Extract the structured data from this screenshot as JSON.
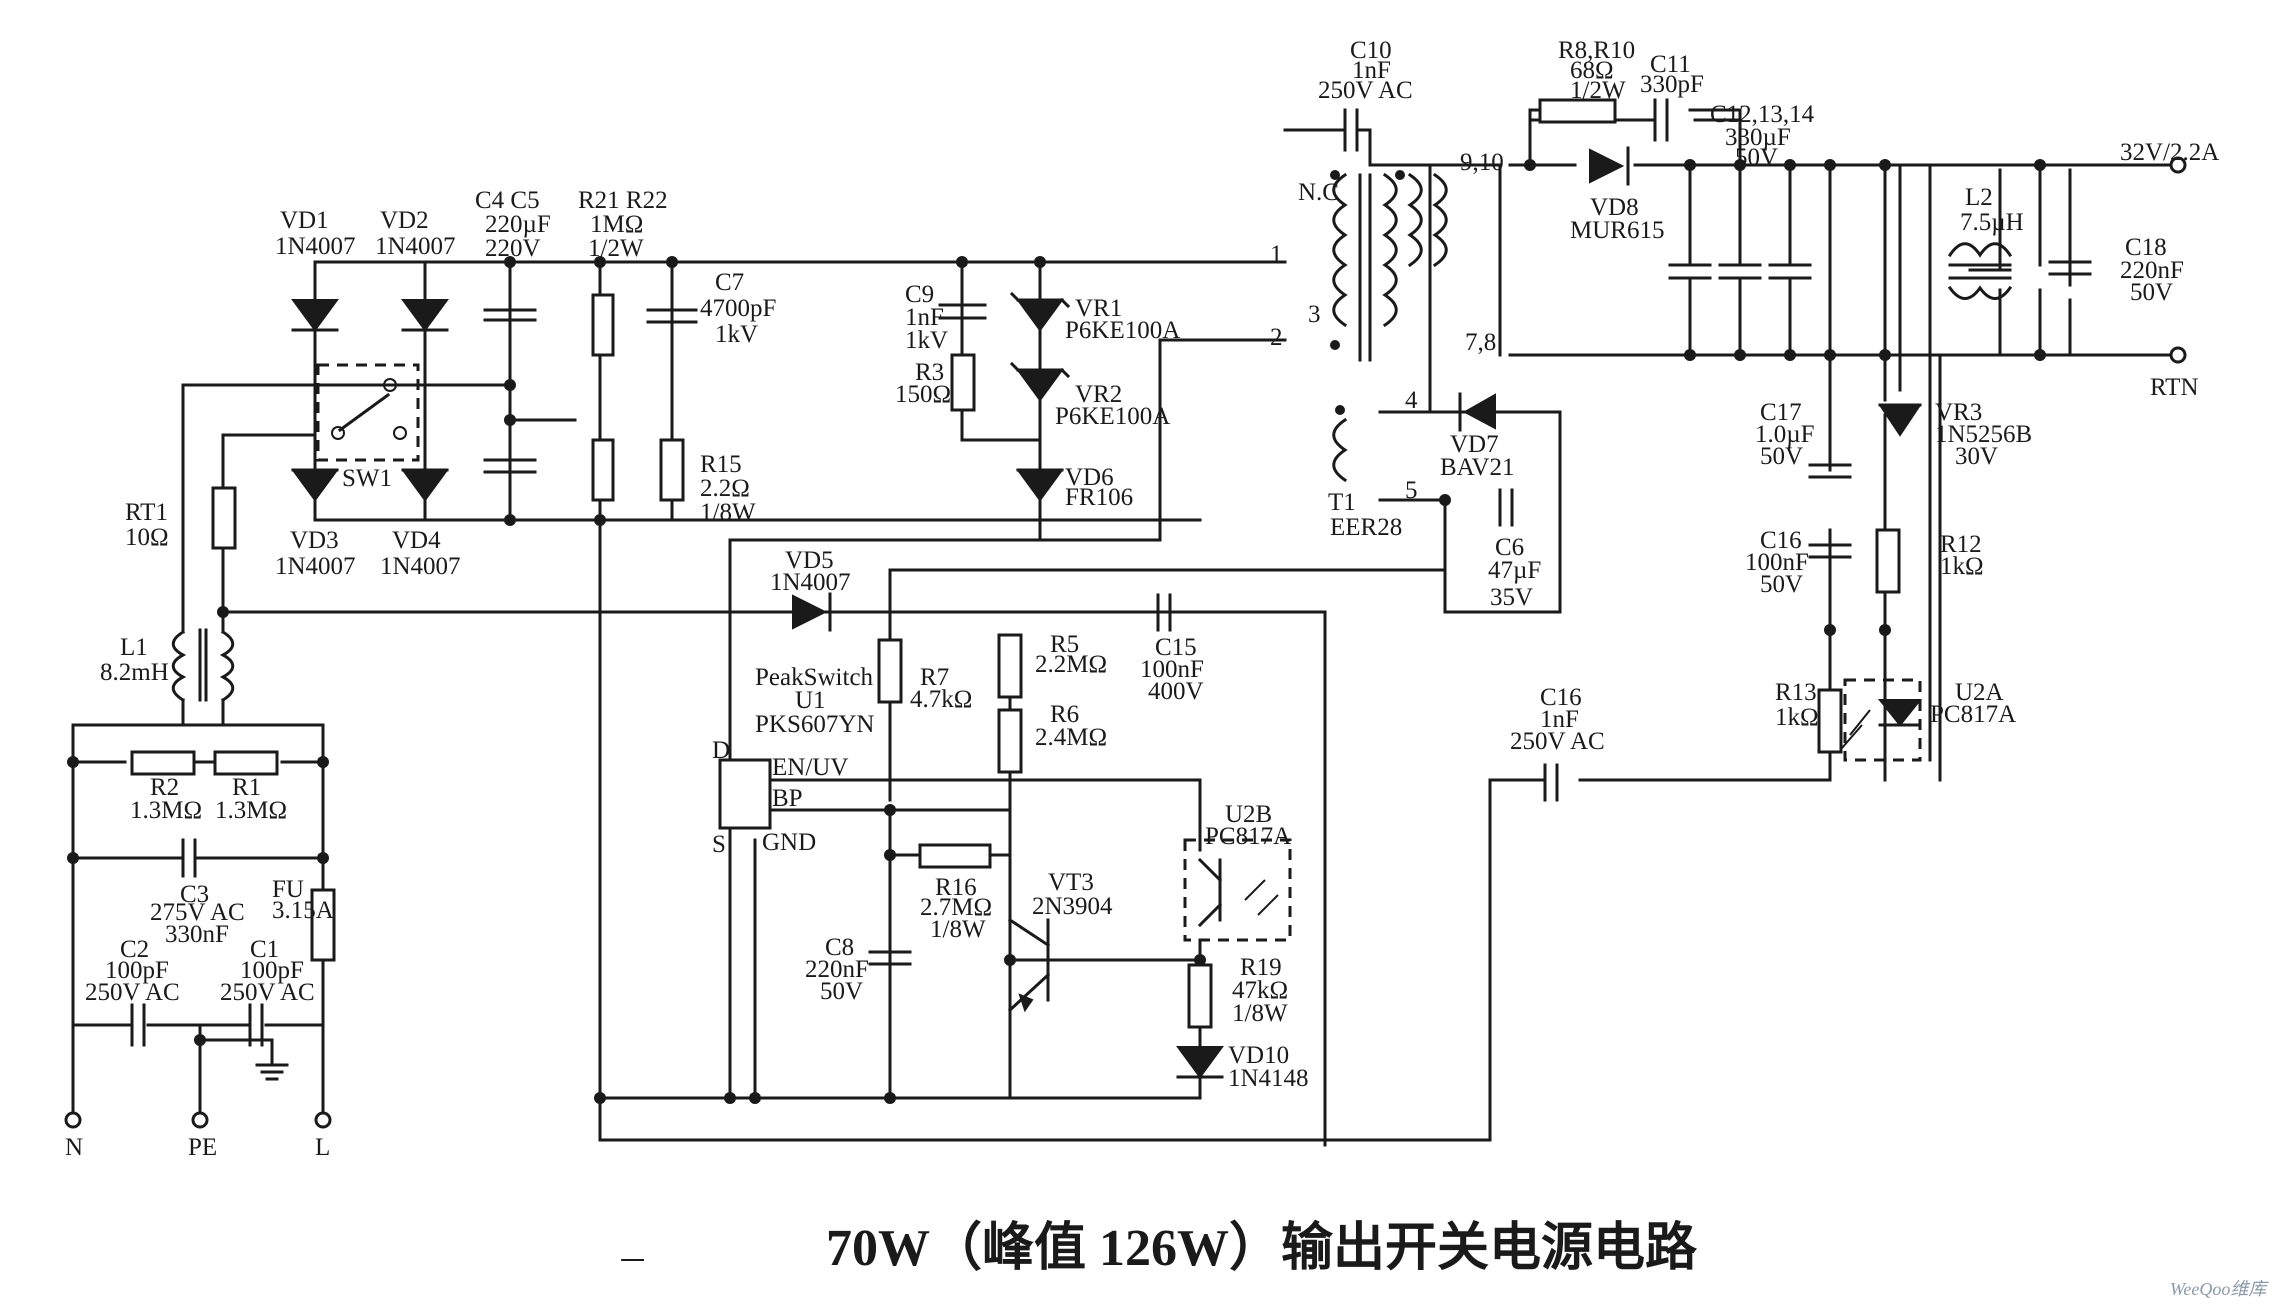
{
  "title": "70W（峰值 126W）输出开关电源电路",
  "title_dash": "一",
  "watermark": "WeeQoo维库",
  "components": {
    "vd1": {
      "ref": "VD1",
      "part": "1N4007"
    },
    "vd2": {
      "ref": "VD2",
      "part": "1N4007"
    },
    "vd3": {
      "ref": "VD3",
      "part": "1N4007"
    },
    "vd4": {
      "ref": "VD4",
      "part": "1N4007"
    },
    "sw1": {
      "ref": "SW1"
    },
    "c4c5": {
      "ref": "C4 C5",
      "v1": "220µF",
      "v2": "220V"
    },
    "r21r22": {
      "ref": "R21 R22",
      "v1": "1MΩ",
      "v2": "1/2W"
    },
    "c7": {
      "ref": "C7",
      "v1": "4700pF",
      "v2": "1kV"
    },
    "r15": {
      "ref": "R15",
      "v1": "2.2Ω",
      "v2": "1/8W"
    },
    "rt1": {
      "ref": "RT1",
      "v1": "10Ω"
    },
    "l1": {
      "ref": "L1",
      "v1": "8.2mH"
    },
    "r2": {
      "ref": "R2",
      "v1": "1.3MΩ"
    },
    "r1": {
      "ref": "R1",
      "v1": "1.3MΩ"
    },
    "c3": {
      "ref": "C3",
      "v1": "275V AC",
      "v2": "330nF"
    },
    "fu": {
      "ref": "FU",
      "v1": "3.15A"
    },
    "c2": {
      "ref": "C2",
      "v1": "100pF",
      "v2": "250V AC"
    },
    "c1": {
      "ref": "C1",
      "v1": "100pF",
      "v2": "250V AC"
    },
    "c9": {
      "ref": "C9",
      "v1": "1nF",
      "v2": "1kV"
    },
    "r3": {
      "ref": "R3",
      "v1": "150Ω"
    },
    "vr1": {
      "ref": "VR1",
      "part": "P6KE100A"
    },
    "vr2": {
      "ref": "VR2",
      "part": "P6KE100A"
    },
    "vd6": {
      "ref": "VD6",
      "part": "FR106"
    },
    "vd5": {
      "ref": "VD5",
      "part": "1N4007"
    },
    "u1": {
      "name": "PeakSwitch",
      "ref": "U1",
      "part": "PKS607YN",
      "pin_d": "D",
      "pin_s": "S",
      "pin_en": "EN/UV",
      "pin_bp": "BP",
      "pin_gnd": "GND"
    },
    "r7": {
      "ref": "R7",
      "v1": "4.7kΩ"
    },
    "r5": {
      "ref": "R5",
      "v1": "2.2MΩ"
    },
    "r6": {
      "ref": "R6",
      "v1": "2.4MΩ"
    },
    "c15": {
      "ref": "C15",
      "v1": "100nF",
      "v2": "400V"
    },
    "r16": {
      "ref": "R16",
      "v1": "2.7MΩ",
      "v2": "1/8W"
    },
    "vt3": {
      "ref": "VT3",
      "part": "2N3904"
    },
    "c8": {
      "ref": "C8",
      "v1": "220nF",
      "v2": "50V"
    },
    "u2b": {
      "ref": "U2B",
      "part": "PC817A"
    },
    "r19": {
      "ref": "R19",
      "v1": "47kΩ",
      "v2": "1/8W"
    },
    "vd10": {
      "ref": "VD10",
      "part": "1N4148"
    },
    "c10": {
      "ref": "C10",
      "v1": "1nF",
      "v2": "250V AC"
    },
    "t1": {
      "ref": "T1",
      "part": "EER28",
      "nc": "N.C",
      "p1": "1",
      "p2": "2",
      "p3": "3",
      "p4": "4",
      "p5": "5",
      "p910": "9,10",
      "p78": "7,8"
    },
    "vd7": {
      "ref": "VD7",
      "part": "BAV21"
    },
    "c6": {
      "ref": "C6",
      "v1": "47µF",
      "v2": "35V"
    },
    "r8r10": {
      "ref": "R8,R10",
      "v1": "68Ω",
      "v2": "1/2W"
    },
    "c11": {
      "ref": "C11",
      "v1": "330pF"
    },
    "vd8": {
      "ref": "VD8",
      "part": "MUR615"
    },
    "c12": {
      "ref": "C12,13,14",
      "v1": "330µF",
      "v2": "50V"
    },
    "l2": {
      "ref": "L2",
      "v1": "7.5µH"
    },
    "c18": {
      "ref": "C18",
      "v1": "220nF",
      "v2": "50V"
    },
    "c17": {
      "ref": "C17",
      "v1": "1.0µF",
      "v2": "50V"
    },
    "vr3": {
      "ref": "VR3",
      "part": "1N5256B",
      "v1": "30V"
    },
    "c16a": {
      "ref": "C16",
      "v1": "100nF",
      "v2": "50V"
    },
    "r12": {
      "ref": "R12",
      "v1": "1kΩ"
    },
    "r13": {
      "ref": "R13",
      "v1": "1kΩ"
    },
    "u2a": {
      "ref": "U2A",
      "part": "PC817A"
    },
    "c16b": {
      "ref": "C16",
      "v1": "1nF",
      "v2": "250V AC"
    }
  },
  "terminals": {
    "n": "N",
    "pe": "PE",
    "l": "L",
    "out": "32V/2.2A",
    "rtn": "RTN"
  }
}
